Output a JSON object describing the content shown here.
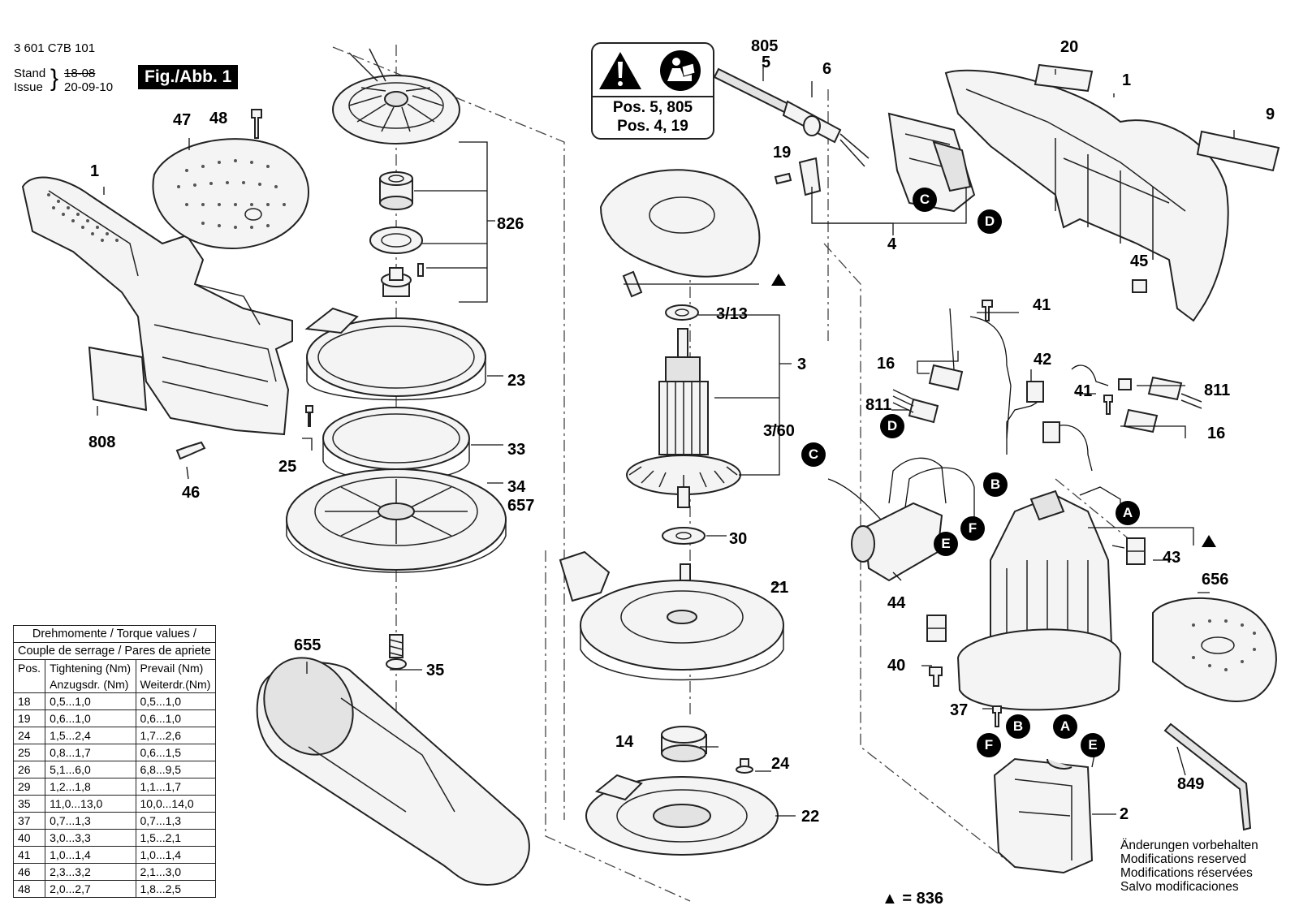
{
  "header": {
    "doc_number": "3 601 C7B 101",
    "stand_label": "Stand",
    "issue_label": "Issue",
    "stand_date_struck": "18-08",
    "issue_date": "20-09-10",
    "figure_label": "Fig./Abb. 1"
  },
  "warning_box": {
    "line1": "Pos. 5, 805",
    "line2": "Pos. 4, 19"
  },
  "part_labels": {
    "p805": "805",
    "p5": "5",
    "p6": "6",
    "p20": "20",
    "p1_right": "1",
    "p9": "9",
    "p19": "19",
    "p4": "4",
    "p45": "45",
    "p41_top": "41",
    "p16_left": "16",
    "p42": "42",
    "p811_left": "811",
    "p41_mid": "41",
    "p811_right": "811",
    "p16_right": "16",
    "p43": "43",
    "p44": "44",
    "p656": "656",
    "p40": "40",
    "p37": "37",
    "p2": "2",
    "p849": "849",
    "p47": "47",
    "p48": "48",
    "p1_left": "1",
    "p808": "808",
    "p46": "46",
    "p826": "826",
    "p23": "23",
    "p25": "25",
    "p33": "33",
    "p34": "34",
    "p657": "657",
    "p655": "655",
    "p35": "35",
    "p3_13": "3/13",
    "p3": "3",
    "p3_60": "3/60",
    "p30": "30",
    "p21": "21",
    "p14": "14",
    "p24": "24",
    "p22": "22"
  },
  "markers": {
    "c_top": "C",
    "d_top": "D",
    "d_left": "D",
    "c_left": "C",
    "b_mid": "B",
    "a_mid": "A",
    "e_mid": "E",
    "f_mid": "F",
    "b_bot": "B",
    "a_bot": "A",
    "f_bot": "F",
    "e_bot": "E"
  },
  "torque_table": {
    "title1": "Drehmomente / Torque values /",
    "title2": "Couple de serrage / Pares de apriete",
    "headers": [
      "Pos.",
      "Tightening (Nm)",
      "Prevail (Nm)"
    ],
    "headers2": [
      "",
      "Anzugsdr. (Nm)",
      "Weiterdr.(Nm)"
    ],
    "rows": [
      [
        "18",
        "0,5...1,0",
        "0,5...1,0"
      ],
      [
        "19",
        "0,6...1,0",
        "0,6...1,0"
      ],
      [
        "24",
        "1,5...2,4",
        "1,7...2,6"
      ],
      [
        "25",
        "0,8...1,7",
        "0,6...1,5"
      ],
      [
        "26",
        "5,1...6,0",
        "6,8...9,5"
      ],
      [
        "29",
        "1,2...1,8",
        "1,1...1,7"
      ],
      [
        "35",
        "11,0...13,0",
        "10,0...14,0"
      ],
      [
        "37",
        "0,7...1,3",
        "0,7...1,3"
      ],
      [
        "40",
        "3,0...3,3",
        "1,5...2,1"
      ],
      [
        "41",
        "1,0...1,4",
        "1,0...1,4"
      ],
      [
        "46",
        "2,3...3,2",
        "2,1...3,0"
      ],
      [
        "48",
        "2,0...2,7",
        "1,8...2,5"
      ]
    ]
  },
  "legend": {
    "text": "▲ = 836"
  },
  "notes": {
    "de": "Änderungen vorbehalten",
    "en": "Modifications reserved",
    "fr": "Modifications réservées",
    "es": "Salvo modificaciones"
  },
  "icons": [
    "warning-triangle-icon",
    "read-manual-icon"
  ]
}
